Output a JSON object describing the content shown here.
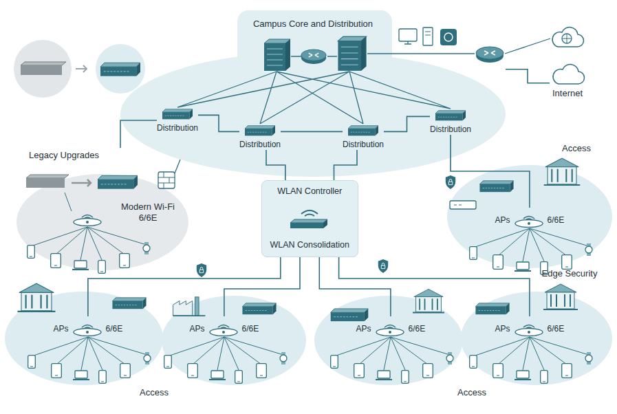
{
  "diagram": {
    "nodes": [
      {
        "text": [
          "Campus Core and Distribution"
        ]
      },
      {
        "text": [
          "Distribution"
        ],
        "in": 0
      },
      {
        "text": [
          "Distribution"
        ],
        "in": 0
      },
      {
        "text": [
          "Distribution"
        ],
        "in": 0
      },
      {
        "text": [
          "Distribution"
        ],
        "in": 0
      },
      {
        "text": [
          "Internet"
        ]
      },
      {
        "text": [
          "Legacy Upgrades",
          "Modern Wi-Fi 6/6E"
        ]
      },
      {
        "text": [
          "WLAN Controller",
          "WLAN Consolidation"
        ]
      },
      {
        "text": [
          "APs",
          "6/6E"
        ]
      },
      {
        "text": [
          "APs",
          "6/6E"
        ]
      },
      {
        "text": [
          "APs",
          "6/6E"
        ]
      },
      {
        "text": [
          "APs",
          "6/6E"
        ]
      },
      {
        "text": [
          "APs",
          "6/6E"
        ]
      }
    ],
    "edges": [
      {
        "from": 0,
        "to": 5,
        "arrow": "none"
      },
      {
        "from": 1,
        "to": 2,
        "arrow": "none"
      },
      {
        "from": 2,
        "to": 3,
        "arrow": "none"
      },
      {
        "from": 3,
        "to": 4,
        "arrow": "none"
      },
      {
        "from": 1,
        "to": 6,
        "arrow": "none"
      },
      {
        "from": 4,
        "to": 8,
        "arrow": "none"
      },
      {
        "from": 2,
        "to": 7,
        "arrow": "none"
      },
      {
        "from": 3,
        "to": 7,
        "arrow": "none"
      },
      {
        "from": 7,
        "to": 9,
        "arrow": "none"
      },
      {
        "from": 7,
        "to": 10,
        "arrow": "none"
      },
      {
        "from": 7,
        "to": 11,
        "arrow": "none"
      },
      {
        "from": 7,
        "to": 12,
        "arrow": "none"
      }
    ],
    "labels": [
      "Access",
      "Edge Security",
      "Access",
      "Access"
    ]
  }
}
